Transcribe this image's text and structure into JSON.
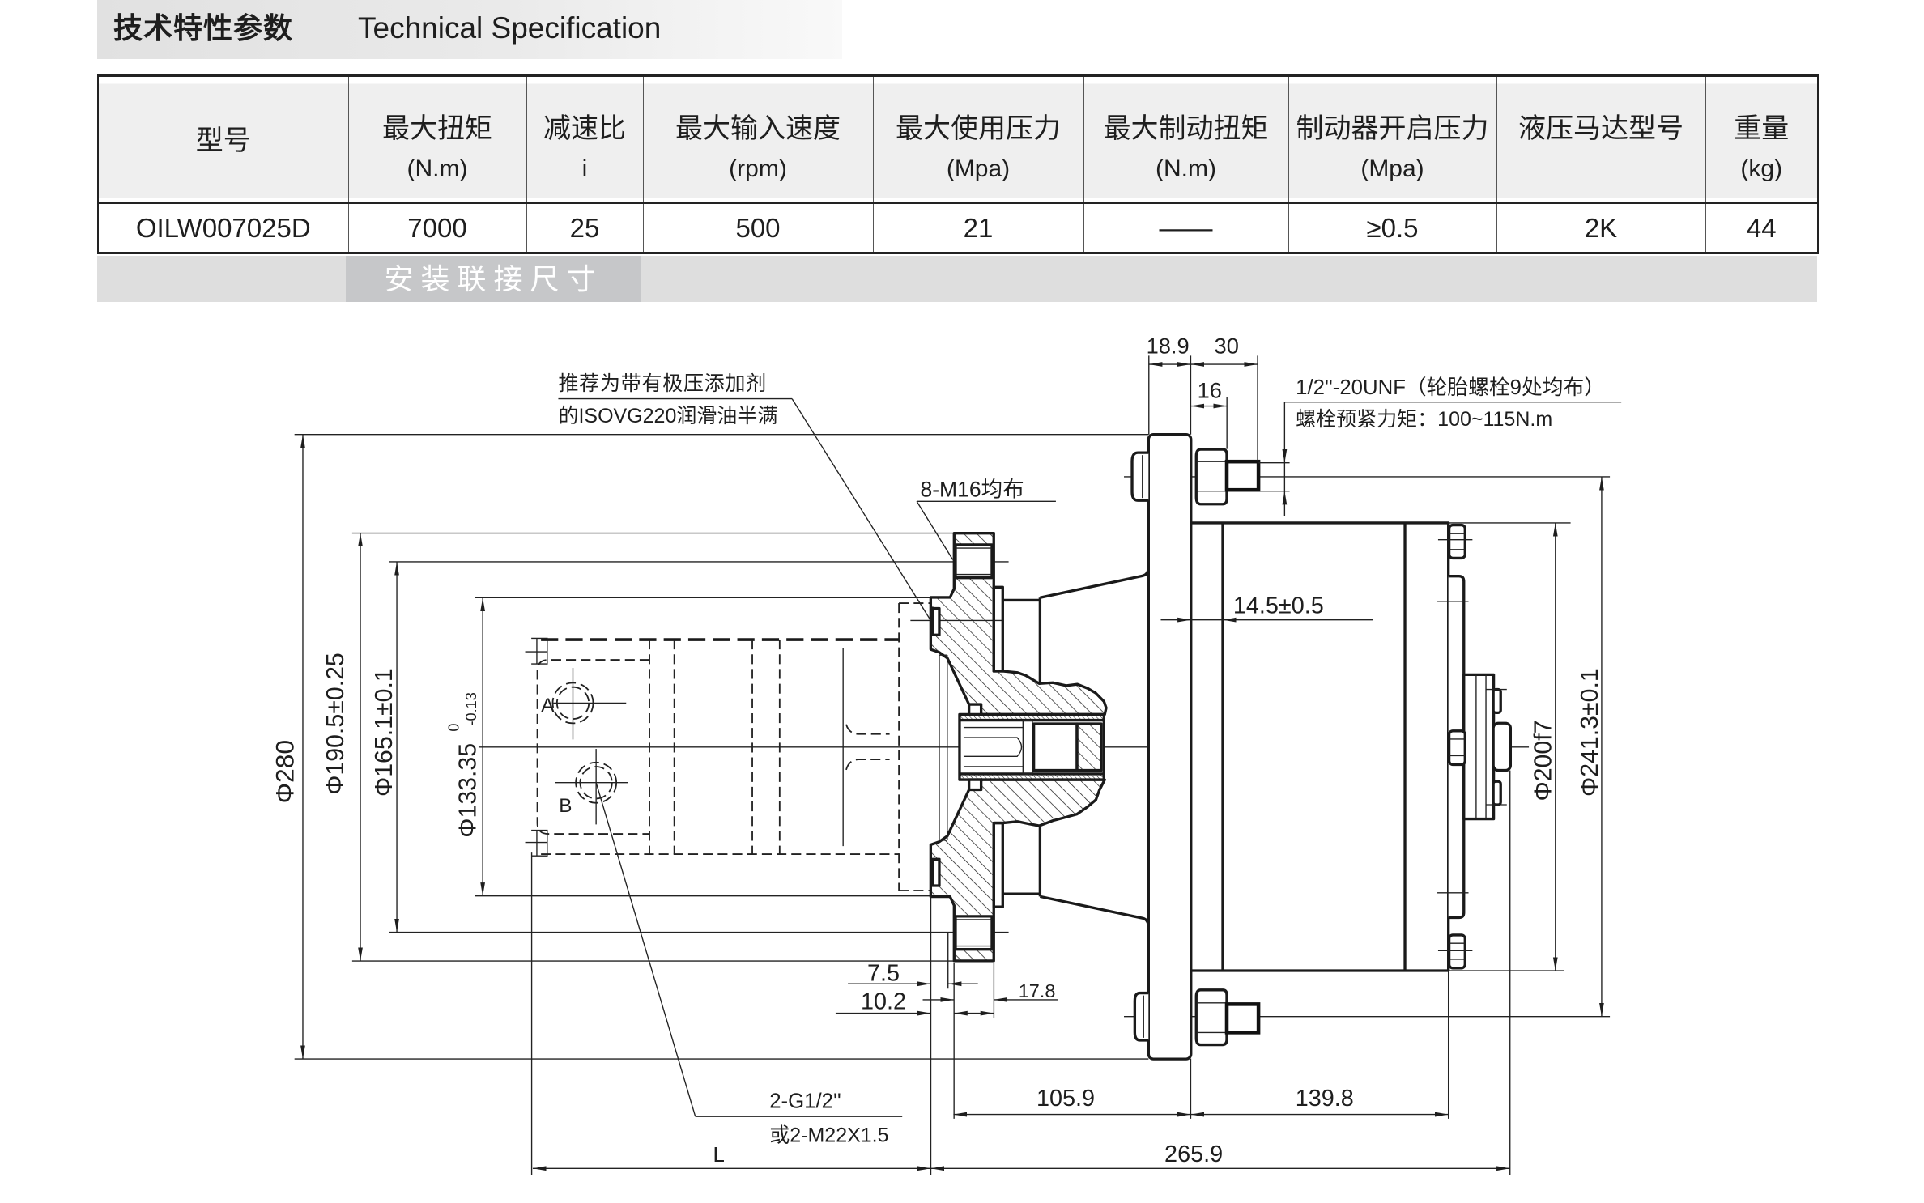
{
  "header": {
    "title_cn": "技术特性参数",
    "title_en": "Technical Specification"
  },
  "spec_table": {
    "columns": [
      {
        "label": "型号",
        "unit": ""
      },
      {
        "label": "最大扭矩",
        "unit": "(N.m)"
      },
      {
        "label": "减速比",
        "unit": "i"
      },
      {
        "label": "最大输入速度",
        "unit": "(rpm)"
      },
      {
        "label": "最大使用压力",
        "unit": "(Mpa)"
      },
      {
        "label": "最大制动扭矩",
        "unit": "(N.m)"
      },
      {
        "label": "制动器开启压力",
        "unit": "(Mpa)"
      },
      {
        "label": "液压马达型号",
        "unit": ""
      },
      {
        "label": "重量",
        "unit": "(kg)"
      }
    ],
    "rows": [
      [
        "OILW007025D",
        "7000",
        "25",
        "500",
        "21",
        "——",
        "≥0.5",
        "2K",
        "44"
      ]
    ]
  },
  "section": {
    "title": "安装联接尺寸"
  },
  "drawing": {
    "annotations": {
      "lubricant_note_line1": "推荐为带有极压添加剂",
      "lubricant_note_line2": "的ISOVG220润滑油半满",
      "mounting_bolts": "8-M16均布",
      "wheel_bolts_spec": "1/2''-20UNF（轮胎螺栓9处均布）",
      "bolt_torque": "螺栓预紧力矩：100~115N.m",
      "ports_spec_line1": "2-G1/2''",
      "ports_spec_line2": "或2-M22X1.5",
      "port_a": "A",
      "port_b": "B"
    },
    "dimensions": {
      "d_280": "Φ280",
      "d_190_5": "Φ190.5±0.25",
      "d_165_1": "Φ165.1±0.1",
      "d_133_35": "Φ133.35",
      "d_133_35_upper_tol": "0",
      "d_133_35_lower_tol": "-0.13",
      "d_200f7": "Φ200f7",
      "d_241_3": "Φ241.3±0.1",
      "len_18_9": "18.9",
      "len_30": "30",
      "len_16": "16",
      "len_14_5": "14.5±0.5",
      "len_7_5": "7.5",
      "len_10_2": "10.2",
      "len_17_8": "17.8",
      "len_105_9": "105.9",
      "len_139_8": "139.8",
      "len_265_9": "265.9",
      "len_L": "L"
    }
  }
}
